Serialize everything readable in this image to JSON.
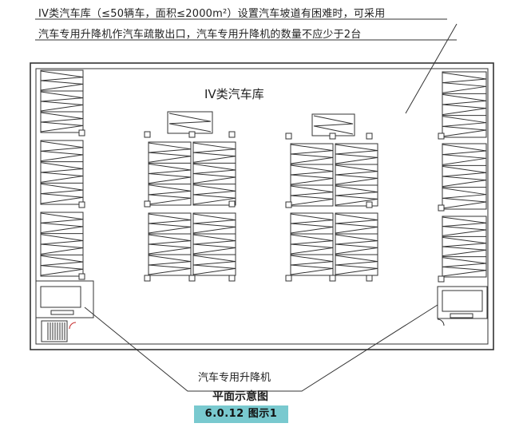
{
  "annotation": {
    "line1": "IV类汽车库（≤50辆车，面积≤2000m²）设置汽车坡道有困难时，可采用",
    "line2": "汽车专用升降机作汽车疏散出口，汽车专用升降机的数量不应少于2台"
  },
  "garage_label": "IV类汽车库",
  "lift_label": "汽车专用升降机",
  "plan_title": "平面示意图",
  "figure_caption": "6.0.12 图示1",
  "colors": {
    "line": "#333333",
    "caption_bg": "#79c9cf"
  }
}
